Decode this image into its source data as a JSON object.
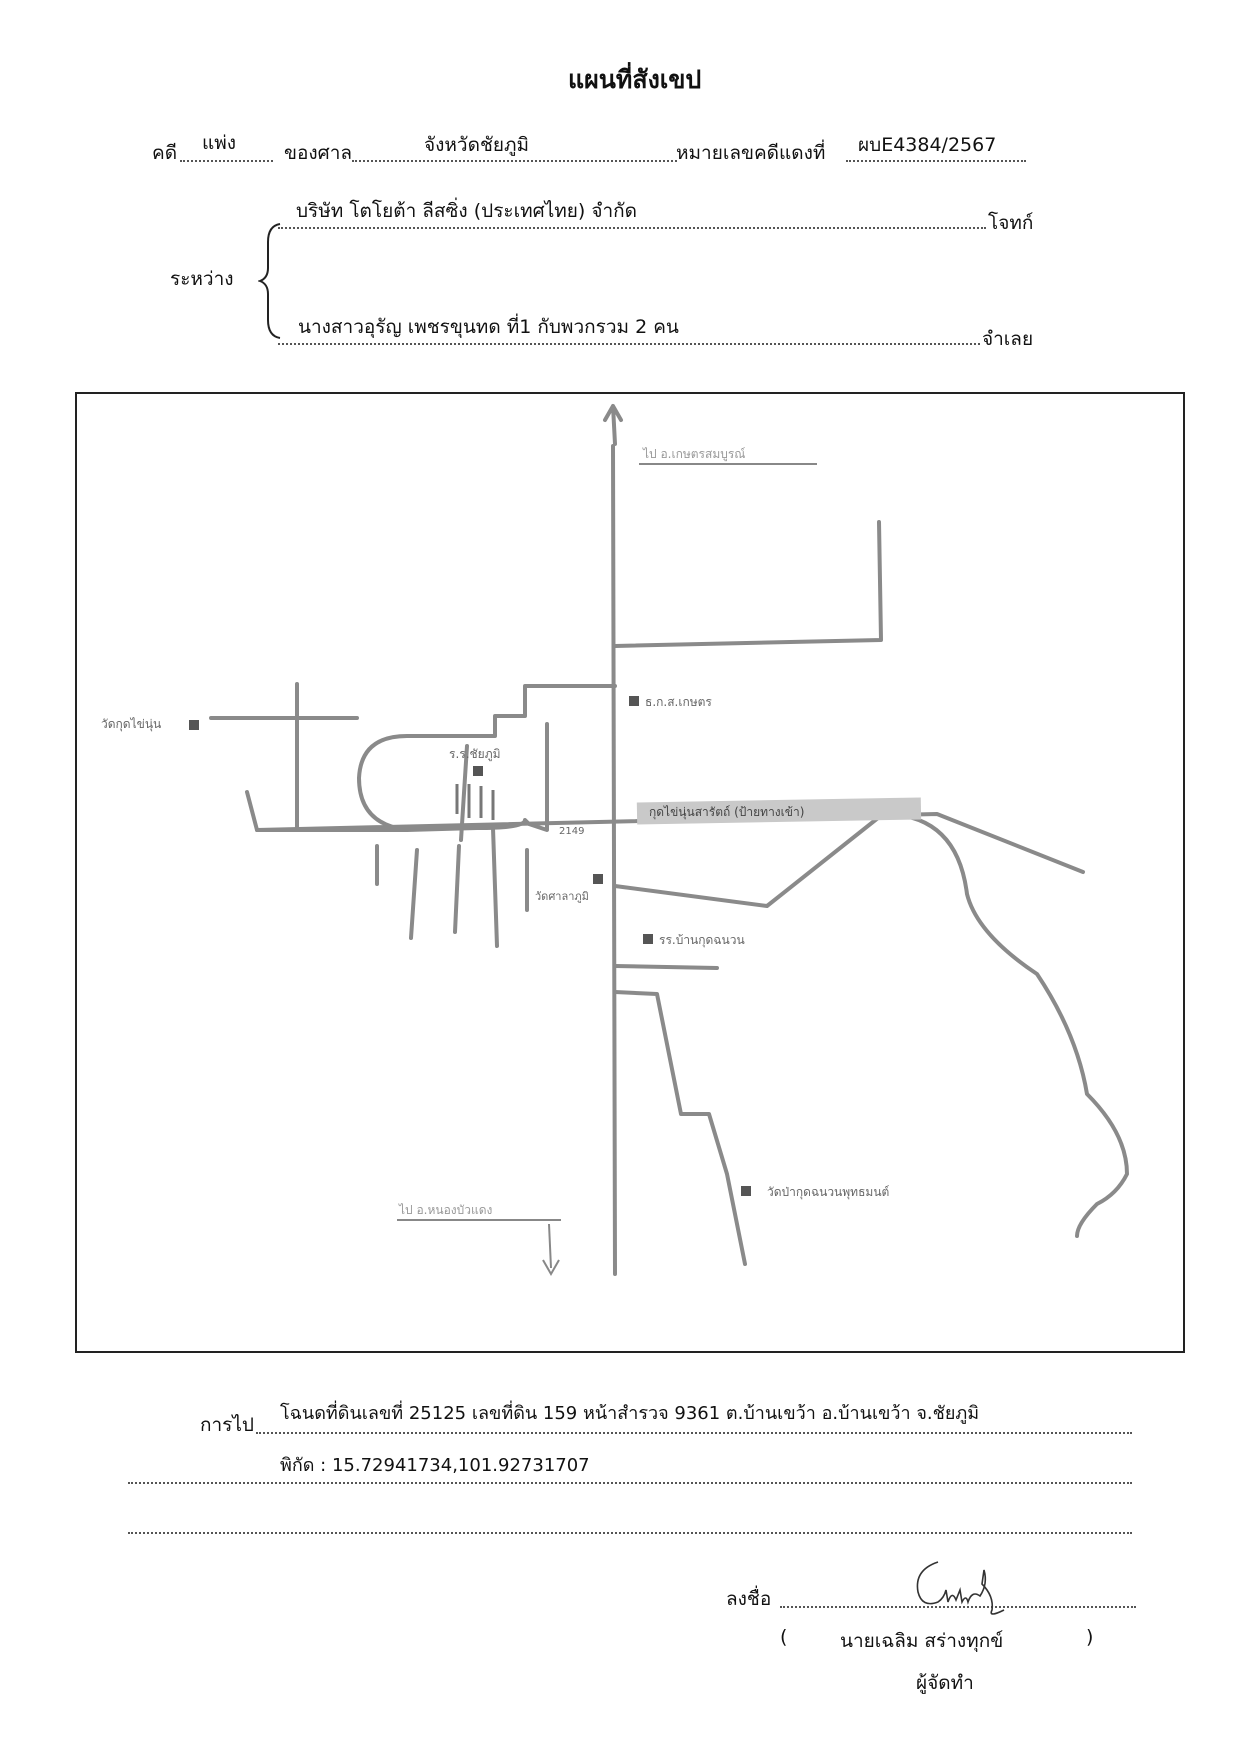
{
  "header": {
    "title": "แผนที่สังเขป",
    "case_label": "คดี",
    "case_type": "แพ่ง",
    "court_label": "ของศาล",
    "court_name": "จังหวัดชัยภูมิ",
    "red_case_label": "หมายเลขคดีแดงที่",
    "red_case_no": "ผบE4384/2567"
  },
  "parties": {
    "between_label": "ระหว่าง",
    "plaintiff_name": "บริษัท โตโยต้า ลีสซิ่ง (ประเทศไทย) จำกัด",
    "plaintiff_label": "โจทก์",
    "defendant_name": "นางสาวอุรัญ  เพชรขุนทด ที่1 กับพวกรวม 2 คน",
    "defendant_label": "จำเลย"
  },
  "map": {
    "landmarks": {
      "temple_left": "วัดกุดไข่นุ่น",
      "school_top": "ร.ร.ชัยภูมิ",
      "shop": "ธ.ก.ส.เกษตร",
      "target": "กุดไข่นุ่นสารัตถ์ (ป้ายทางเข้า)",
      "road_num": "2149",
      "temple_center": "วัดศาลาภูมิ",
      "school_lower": "รร.บ้านกุดฉนวน",
      "temple_bottom": "วัดป่ากุดฉนวนพุทธมนต์",
      "to_north": "ไป อ.เกษตรสมบูรณ์",
      "to_south": "ไป อ.หนองบัวแดง"
    }
  },
  "footer": {
    "route_label": "การไป",
    "route_text": "โฉนดที่ดินเลขที่ 25125 เลขที่ดิน 159 หน้าสำรวจ 9361 ต.บ้านเขว้า อ.บ้านเขว้า จ.ชัยภูมิ",
    "coords_text": "พิกัด : 15.72941734,101.92731707",
    "sign_label": "ลงชื่อ",
    "paren_open": "(",
    "signer_name": "นายเฉลิม สร่างทุกข์",
    "paren_close": ")",
    "role": "ผู้จัดทำ"
  }
}
